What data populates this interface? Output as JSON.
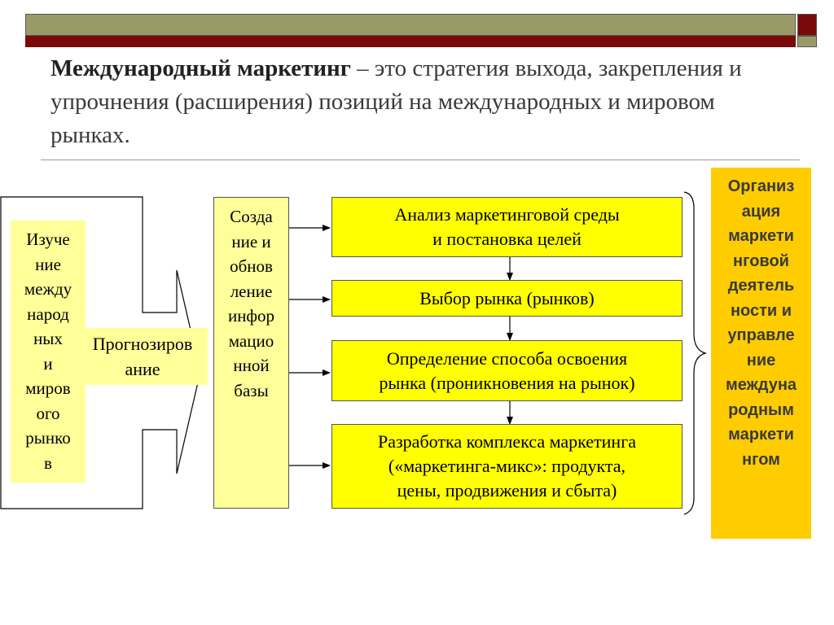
{
  "title": {
    "bold": "Международный маркетинг",
    "rest": " – это стратегия выхода, закрепления и упрочнения (расширения) позиций на международных и мировом рынках."
  },
  "left": {
    "study_lines": [
      "Изуче",
      "ние",
      "между",
      "народ",
      "ных",
      "и",
      "миров",
      "ого",
      "рынко",
      "в"
    ],
    "forecast_lines": [
      "Прогнозиров",
      "ание"
    ]
  },
  "infobase_lines": [
    "Созда",
    "ние и",
    "обнов",
    "ление",
    "инфор",
    "мацио",
    "нной",
    "базы"
  ],
  "steps": [
    {
      "lines": [
        "Анализ маркетинговой среды",
        "и постановка целей"
      ]
    },
    {
      "lines": [
        "Выбор рынка (рынков)"
      ]
    },
    {
      "lines": [
        "Определение способа освоения",
        "рынка (проникновения на рынок)"
      ]
    },
    {
      "lines": [
        "Разработка комплекса маркетинга",
        "(«маркетинга-микс»: продукта,",
        "цены, продвижения и сбыта)"
      ]
    }
  ],
  "org_lines": [
    "Организ",
    "ация",
    "маркети",
    "нговой",
    "деятель",
    "ности и",
    "управле",
    "ние",
    "междуна",
    "родным",
    "маркети",
    "нгом"
  ]
}
